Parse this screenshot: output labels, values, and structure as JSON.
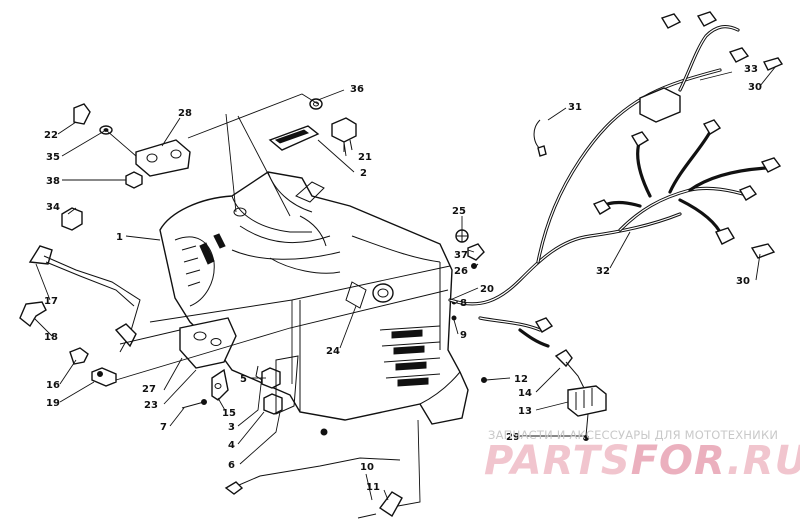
{
  "diagram": {
    "callouts": [
      {
        "id": "c1",
        "label": "1"
      },
      {
        "id": "c2",
        "label": "2"
      },
      {
        "id": "c3",
        "label": "3"
      },
      {
        "id": "c4",
        "label": "4"
      },
      {
        "id": "c5",
        "label": "5"
      },
      {
        "id": "c6",
        "label": "6"
      },
      {
        "id": "c7",
        "label": "7"
      },
      {
        "id": "c8",
        "label": "8"
      },
      {
        "id": "c9",
        "label": "9"
      },
      {
        "id": "c10",
        "label": "10"
      },
      {
        "id": "c11",
        "label": "11"
      },
      {
        "id": "c12",
        "label": "12"
      },
      {
        "id": "c13",
        "label": "13"
      },
      {
        "id": "c14",
        "label": "14"
      },
      {
        "id": "c15",
        "label": "15"
      },
      {
        "id": "c16",
        "label": "16"
      },
      {
        "id": "c17",
        "label": "17"
      },
      {
        "id": "c18",
        "label": "18"
      },
      {
        "id": "c19",
        "label": "19"
      },
      {
        "id": "c20",
        "label": "20"
      },
      {
        "id": "c21",
        "label": "21"
      },
      {
        "id": "c22",
        "label": "22"
      },
      {
        "id": "c23",
        "label": "23"
      },
      {
        "id": "c24",
        "label": "24"
      },
      {
        "id": "c25",
        "label": "25"
      },
      {
        "id": "c26",
        "label": "26"
      },
      {
        "id": "c27",
        "label": "27"
      },
      {
        "id": "c28",
        "label": "28"
      },
      {
        "id": "c29",
        "label": "29"
      },
      {
        "id": "c30a",
        "label": "30"
      },
      {
        "id": "c30b",
        "label": "30"
      },
      {
        "id": "c31",
        "label": "31"
      },
      {
        "id": "c32",
        "label": "32"
      },
      {
        "id": "c33",
        "label": "33"
      },
      {
        "id": "c34",
        "label": "34"
      },
      {
        "id": "c35",
        "label": "35"
      },
      {
        "id": "c36",
        "label": "36"
      },
      {
        "id": "c37",
        "label": "37"
      },
      {
        "id": "c38",
        "label": "38"
      }
    ]
  },
  "watermark": {
    "caption": "ЗАПЧАСТИ И АКСЕССУАРЫ ДЛЯ МОТОТЕХНИКИ",
    "logo_main": "PARTS",
    "logo_accent": "FOR",
    "logo_suffix": ".RU"
  }
}
